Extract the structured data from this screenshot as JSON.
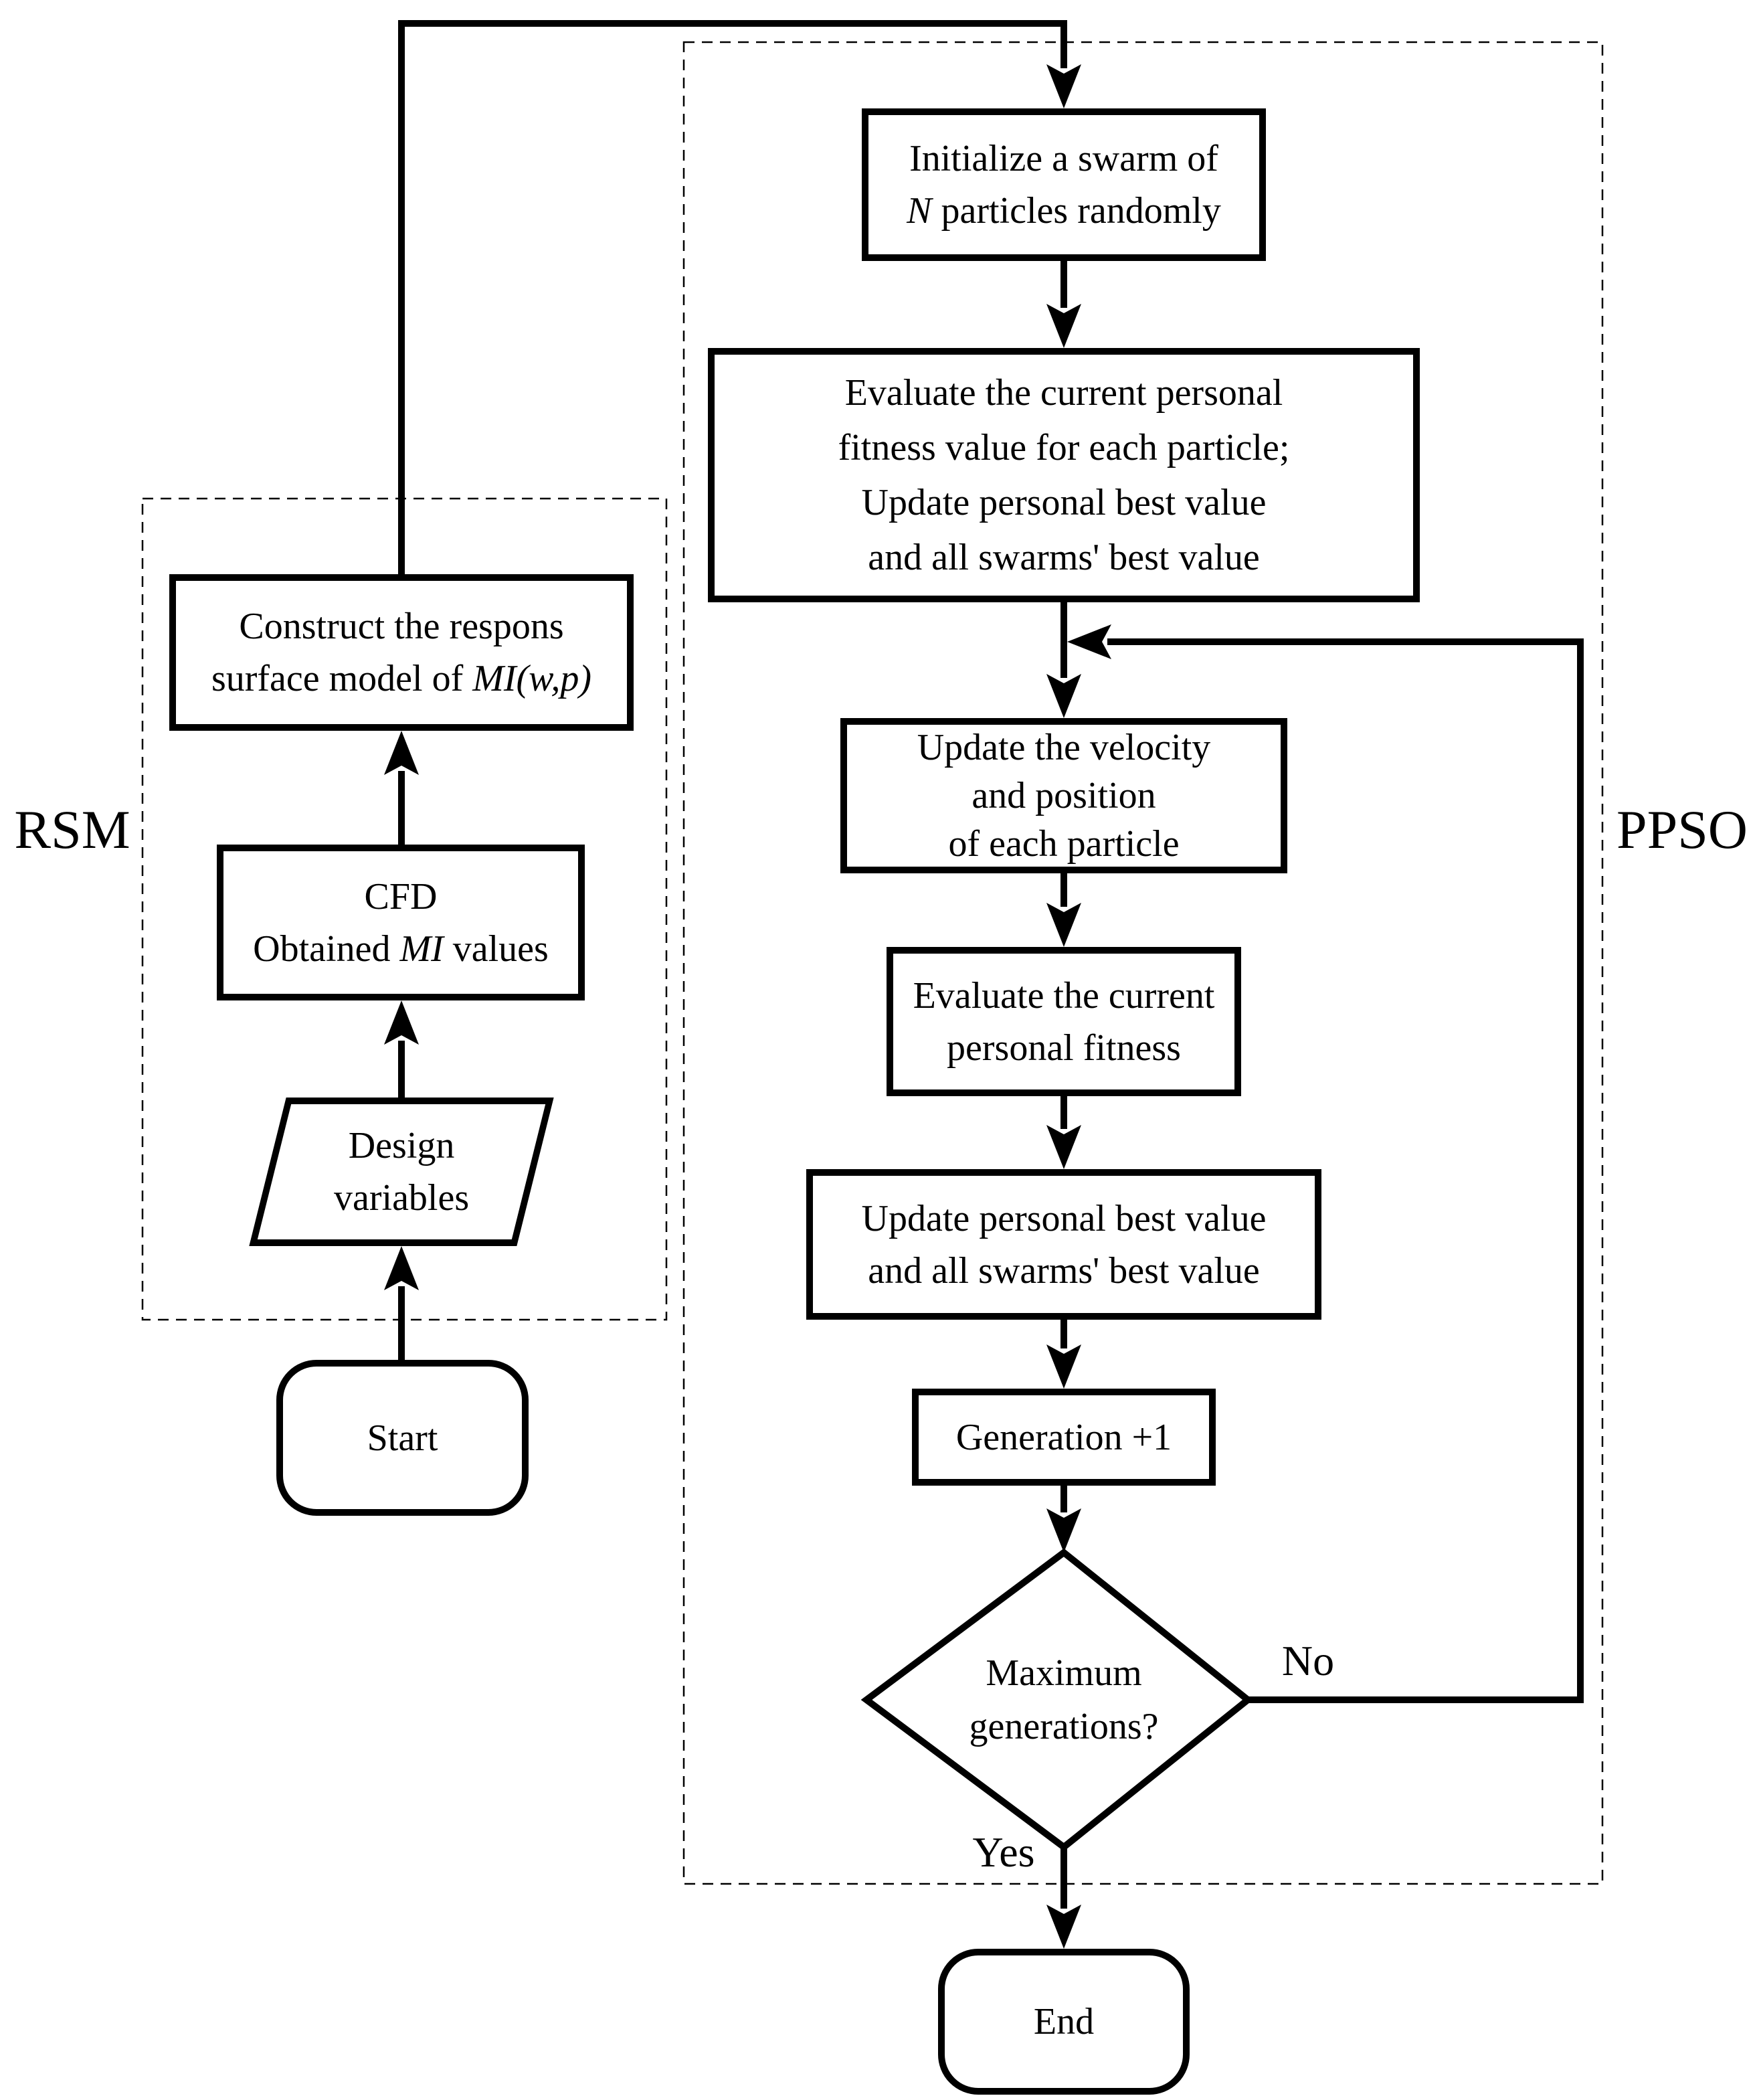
{
  "diagram": {
    "groups": {
      "rsm": {
        "label": "RSM"
      },
      "ppso": {
        "label": "PPSO"
      }
    },
    "nodes": {
      "start": {
        "text": "Start"
      },
      "design_variables": {
        "line1": "Design",
        "line2": "variables"
      },
      "cfd": {
        "line1": "CFD",
        "line2_prefix": "Obtained ",
        "line2_math": "MI",
        "line2_suffix": " values"
      },
      "construct_rsm": {
        "line1": "Construct the respons",
        "line2_prefix": "surface model of ",
        "line2_math": "MI(w,p)"
      },
      "initialize_swarm": {
        "line1": "Initialize a swarm of",
        "line2_math": "N",
        "line2_suffix": " particles randomly"
      },
      "evaluate_swarm": {
        "line1": "Evaluate the current personal",
        "line2": "fitness value for each particle;",
        "line3": "Update personal best value",
        "line4": "and all swarms' best value"
      },
      "update_velocity": {
        "line1": "Update the velocity",
        "line2": "and position",
        "line3": "of each particle"
      },
      "evaluate_fitness": {
        "line1": "Evaluate the current",
        "line2": "personal fitness"
      },
      "update_best": {
        "line1": "Update personal best value",
        "line2": "and all swarms' best value"
      },
      "generation": {
        "text": "Generation +1"
      },
      "decision": {
        "line1": "Maximum",
        "line2": "generations?"
      },
      "end": {
        "text": "End"
      }
    },
    "edges": {
      "yes_label": "Yes",
      "no_label": "No"
    }
  }
}
